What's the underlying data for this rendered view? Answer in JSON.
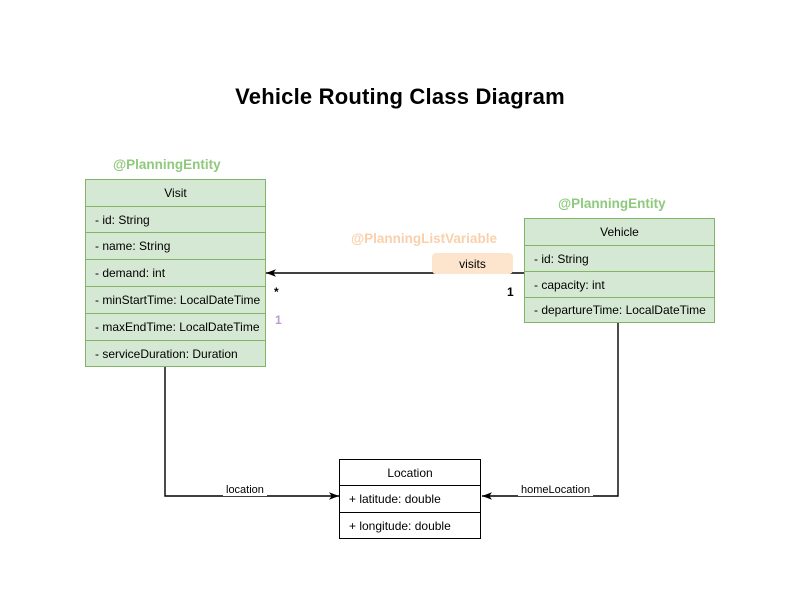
{
  "diagram": {
    "title": "Vehicle Routing Class Diagram",
    "type": "uml-class-diagram",
    "background_color": "#ffffff",
    "palette": {
      "entity_fill": "#d5e8d4",
      "entity_stroke": "#82b366",
      "entity_annotation": "#8fc97c",
      "variable_annotation": "#fad0ab",
      "badge_fill": "#fce4cd",
      "plain_fill": "#ffffff",
      "plain_stroke": "#000000",
      "muted_multiplicity": "#b89bd0"
    }
  },
  "classes": {
    "visit": {
      "annotation": "@PlanningEntity",
      "name": "Visit",
      "attributes": [
        "- id: String",
        "- name: String",
        "- demand: int",
        "- minStartTime: LocalDateTime",
        "- maxEndTime: LocalDateTime",
        "- serviceDuration: Duration"
      ]
    },
    "vehicle": {
      "annotation": "@PlanningEntity",
      "name": "Vehicle",
      "attributes": [
        "- id: String",
        "- capacity: int",
        "- departureTime: LocalDateTime"
      ]
    },
    "location": {
      "annotation": "",
      "name": "Location",
      "attributes": [
        "+ latitude: double",
        "+ longitude: double"
      ]
    }
  },
  "relationships": {
    "visits": {
      "annotation": "@PlanningListVariable",
      "badge_label": "visits",
      "source": "Vehicle",
      "target": "Visit",
      "source_multiplicity": "1",
      "target_multiplicity": "*",
      "extra_multiplicity": "1"
    },
    "location": {
      "label": "location",
      "source": "Visit",
      "target": "Location"
    },
    "home_location": {
      "label": "homeLocation",
      "source": "Vehicle",
      "target": "Location"
    }
  }
}
